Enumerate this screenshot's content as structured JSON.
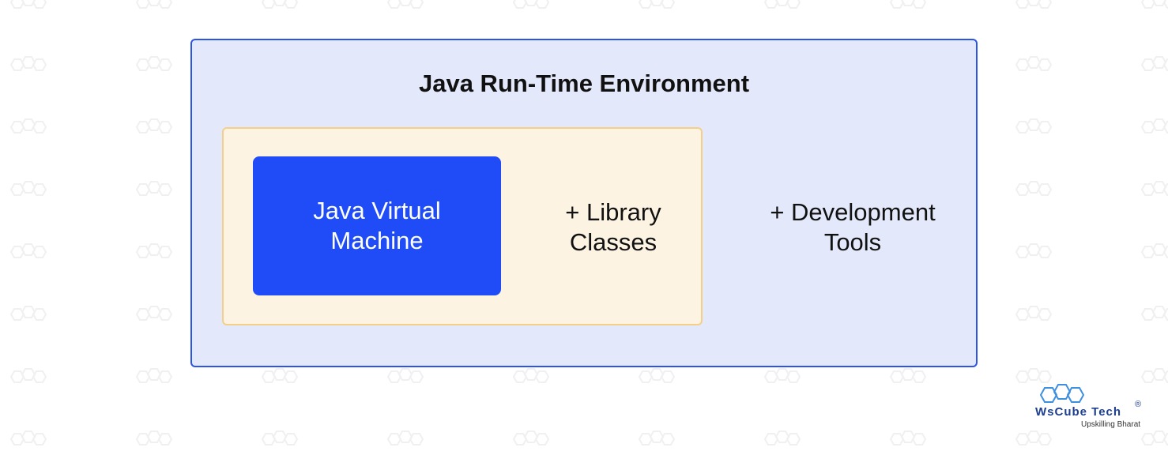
{
  "diagram": {
    "outer_title": "Java Run-Time Environment",
    "jvm_label_line1": "Java Virtual",
    "jvm_label_line2": "Machine",
    "library_line1": "+ Library",
    "library_line2": "Classes",
    "devtools_line1": "+ Development",
    "devtools_line2": "Tools"
  },
  "brand": {
    "name": "WsCube Tech",
    "tagline": "Upskilling Bharat",
    "registered_mark": "®"
  },
  "colors": {
    "jre_fill": "#e3e9fb",
    "jre_border": "#2c55e6",
    "inner_fill": "#fdf3e3",
    "inner_border": "#f5cf8a",
    "jvm_fill": "#1f4cf7",
    "brand_color": "#1e3f8f"
  }
}
